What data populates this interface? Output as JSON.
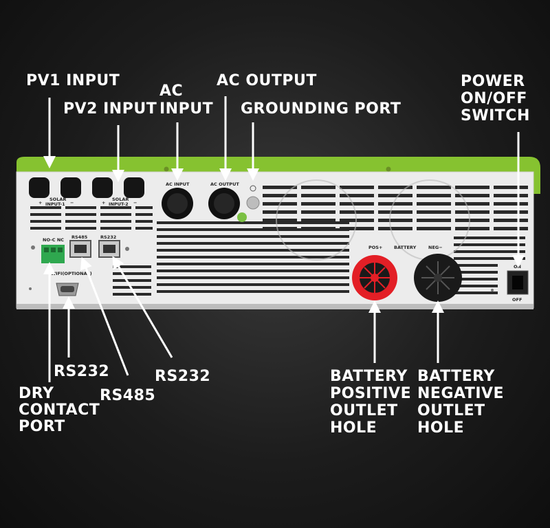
{
  "callouts": {
    "pv1_input": "PV1 INPUT",
    "pv2_input": "PV2 INPUT",
    "ac_input_1": "AC",
    "ac_input_2": "INPUT",
    "ac_output": "AC OUTPUT",
    "grounding_port": "GROUNDING PORT",
    "power_switch_1": "POWER",
    "power_switch_2": "ON/OFF",
    "power_switch_3": "SWITCH",
    "rs232_left": "RS232",
    "rs485": "RS485",
    "rs232_right": "RS232",
    "dry_contact_1": "DRY",
    "dry_contact_2": "CONTACT",
    "dry_contact_3": "PORT",
    "battery_pos_1": "BATTERY",
    "battery_pos_2": "POSITIVE",
    "battery_pos_3": "OUTLET",
    "battery_pos_4": "HOLE",
    "battery_neg_1": "BATTERY",
    "battery_neg_2": "NEGATIVE",
    "battery_neg_3": "OUTLET",
    "battery_neg_4": "HOLE"
  },
  "panel_labels": {
    "solar_input_1": "SOLAR",
    "solar_input_1b": "INPUT-1",
    "solar_input_2": "SOLAR",
    "solar_input_2b": "INPUT-2",
    "plus": "+",
    "minus": "−",
    "ac_input": "AC INPUT",
    "ac_output": "AC OUTPUT",
    "no_c_nc": "NO-C NC",
    "rs485": "RS485",
    "rs232": "RS232",
    "wifi": "WIFI(OPTIONAL)",
    "pos": "POS+",
    "battery": "BATTERY",
    "neg": "NEG−",
    "on": "ON",
    "off": "OFF"
  },
  "colors": {
    "chassis_green": "#86c230",
    "panel_white": "#eeeeee",
    "battery_red": "#e31f26",
    "background": "#1c1c1c"
  }
}
